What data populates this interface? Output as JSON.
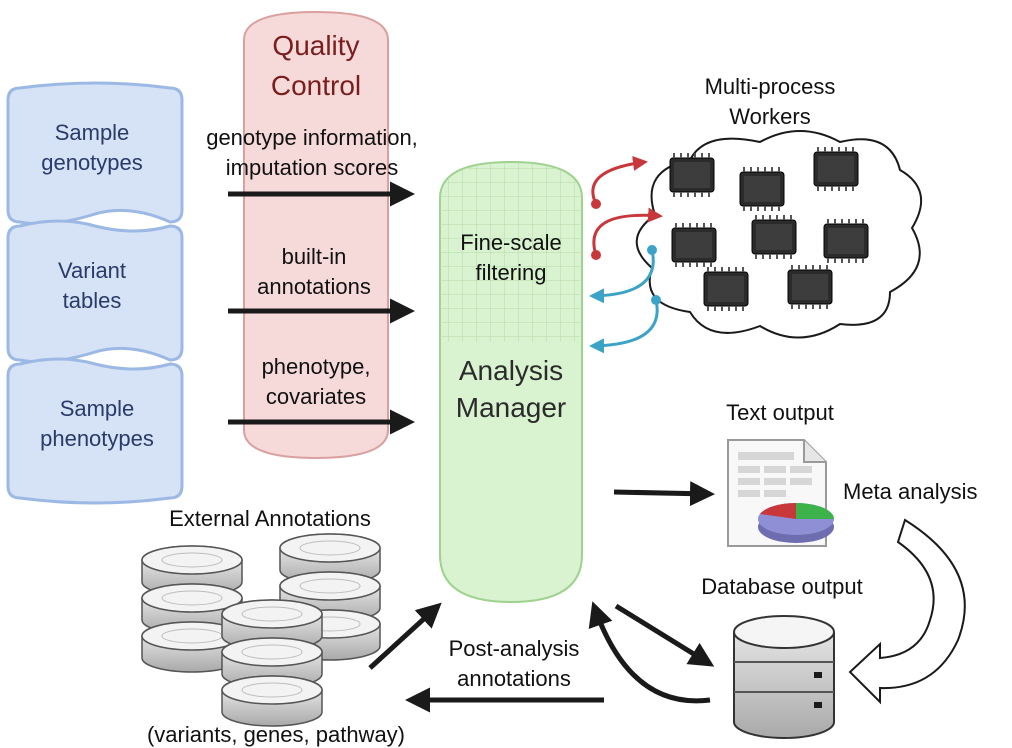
{
  "inputs": {
    "genotypes": [
      "Sample",
      "genotypes"
    ],
    "variants": [
      "Variant",
      "tables"
    ],
    "phenotypes": [
      "Sample",
      "phenotypes"
    ]
  },
  "quality_control": [
    "Quality",
    "Control"
  ],
  "flow_labels": {
    "genotype_info": [
      "genotype information,",
      "imputation scores"
    ],
    "annotations": [
      "built-in",
      "annotations"
    ],
    "phenotype": [
      "phenotype,",
      "covariates"
    ],
    "post_analysis": [
      "Post-analysis",
      "annotations"
    ]
  },
  "manager": {
    "filtering": [
      "Fine-scale",
      "filtering"
    ],
    "title": [
      "Analysis",
      "Manager"
    ]
  },
  "workers": {
    "title": [
      "Multi-process",
      "Workers"
    ],
    "chip_count": 8
  },
  "outputs": {
    "text": "Text output",
    "meta": "Meta analysis",
    "database": "Database output"
  },
  "external": {
    "title": "External Annotations",
    "caption": "(variants, genes, pathway)"
  },
  "colors": {
    "input_fill": "#d6e2f5",
    "input_stroke": "#9cb8e4",
    "qc_fill": "#f6d7d7",
    "qc_stroke": "#d99a9a",
    "manager_fill": "#d9f2d0",
    "manager_stroke": "#9ed28e",
    "arrow": "#1a1a1a",
    "red_arrow": "#c8373a",
    "blue_arrow": "#3ba3c7"
  }
}
